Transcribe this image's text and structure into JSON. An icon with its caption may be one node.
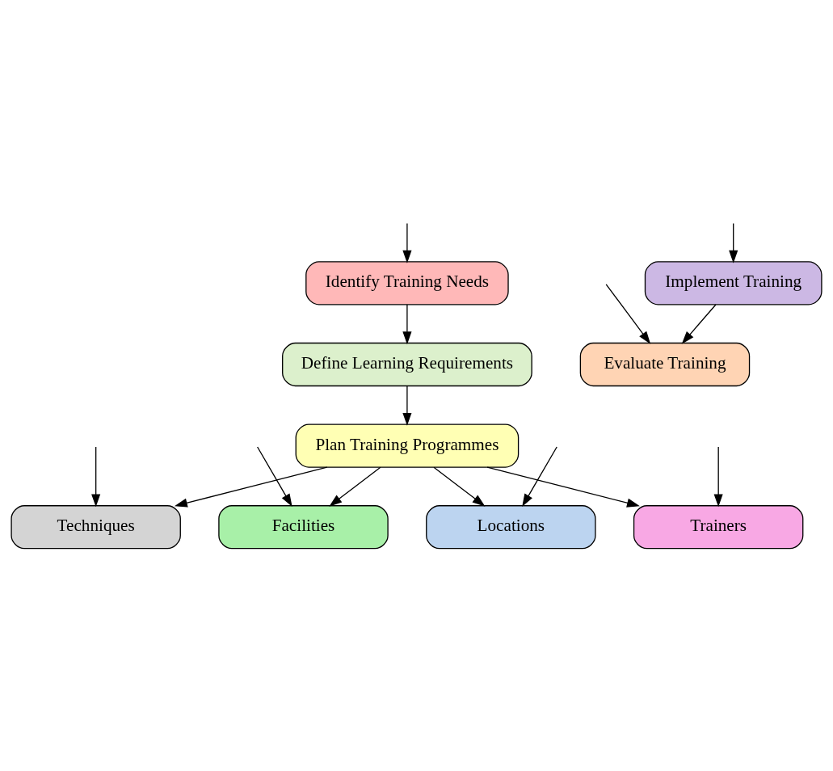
{
  "diagram": {
    "nodes": [
      {
        "text": [
          "Identify Training Needs"
        ]
      },
      {
        "text": [
          "Define Learning Requirements"
        ]
      },
      {
        "text": [
          "Plan Training Programmes"
        ]
      },
      {
        "text": [
          "Techniques"
        ]
      },
      {
        "text": [
          "Facilities"
        ]
      },
      {
        "text": [
          "Locations"
        ]
      },
      {
        "text": [
          "Trainers"
        ]
      },
      {
        "text": [
          "Implement Training"
        ]
      },
      {
        "text": [
          "Evaluate Training"
        ]
      }
    ],
    "edges": [
      {
        "from": null,
        "to": 0,
        "arrow": "to"
      },
      {
        "from": 0,
        "to": 1,
        "arrow": "to"
      },
      {
        "from": 1,
        "to": 2,
        "arrow": "to"
      },
      {
        "from": 2,
        "to": 3,
        "arrow": "to"
      },
      {
        "from": 2,
        "to": 4,
        "arrow": "to"
      },
      {
        "from": 2,
        "to": 5,
        "arrow": "to"
      },
      {
        "from": 2,
        "to": 6,
        "arrow": "to"
      },
      {
        "from": null,
        "to": 3,
        "arrow": "to"
      },
      {
        "from": null,
        "to": 4,
        "arrow": "to"
      },
      {
        "from": null,
        "to": 5,
        "arrow": "to"
      },
      {
        "from": null,
        "to": 6,
        "arrow": "to"
      },
      {
        "from": null,
        "to": 7,
        "arrow": "to"
      },
      {
        "from": 7,
        "to": 8,
        "arrow": "to"
      },
      {
        "from": null,
        "to": 8,
        "arrow": "to"
      }
    ]
  }
}
